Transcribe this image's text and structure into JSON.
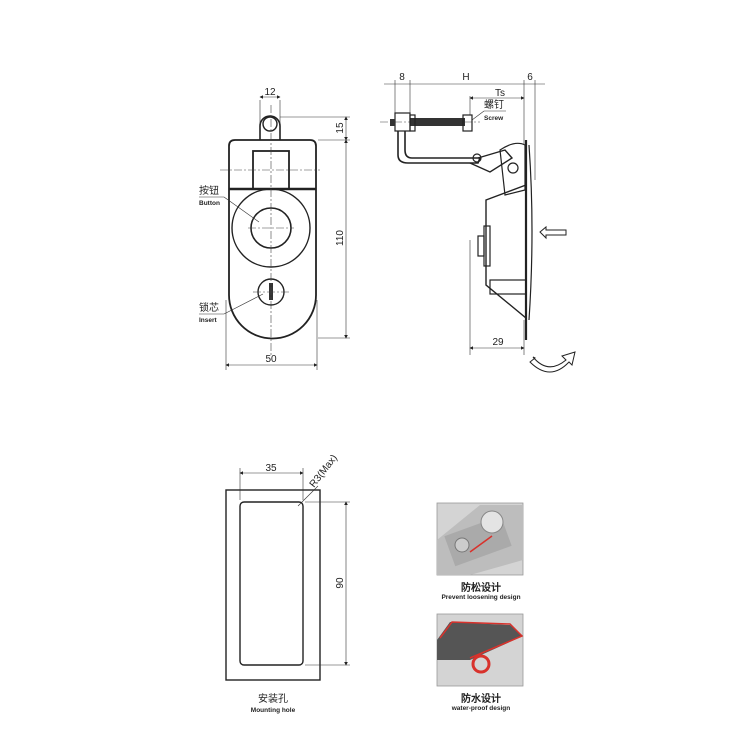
{
  "front_view": {
    "dim_tab_width": "12",
    "dim_tab_height": "15",
    "dim_height": "110",
    "dim_width": "50",
    "button_cn": "按钮",
    "button_en": "Button",
    "insert_cn": "锁芯",
    "insert_en": "Insert"
  },
  "side_view": {
    "dim_left": "8",
    "dim_h": "H",
    "dim_right": "6",
    "dim_ts": "Ts",
    "screw_cn": "螺钉",
    "screw_en": "Screw",
    "dim_depth": "29"
  },
  "mounting_hole": {
    "dim_width": "35",
    "dim_radius": "R3(Max)",
    "dim_height": "90",
    "label_cn": "安装孔",
    "label_en": "Mounting hole"
  },
  "features": [
    {
      "label_cn": "防松设计",
      "label_en": "Prevent loosening design"
    },
    {
      "label_cn": "防水设计",
      "label_en": "water-proof design"
    }
  ],
  "colors": {
    "seal_red": "#d8322c",
    "photo_gray": "#c9c9c9"
  }
}
